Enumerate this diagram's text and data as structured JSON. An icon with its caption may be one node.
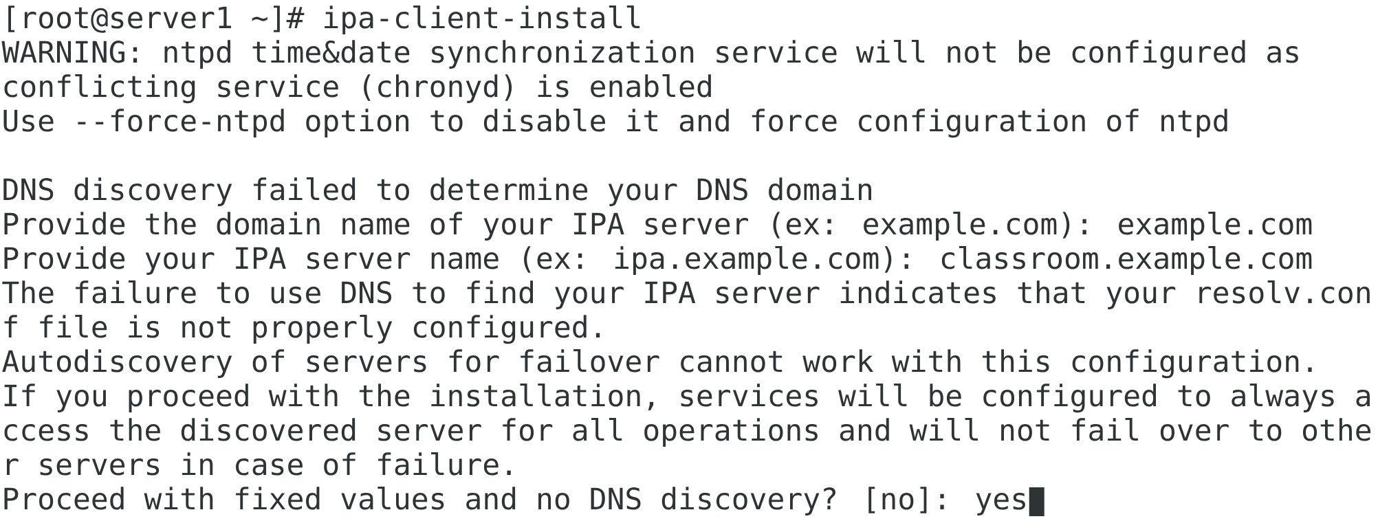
{
  "diagram": {
    "labels": [
      "[root@server1 ~]# ipa-client-install",
      "WARNING: ntpd time&date synchronization service will not be configured as",
      "conflicting service (chronyd) is enabled",
      "Use --force-ntpd option to disable it and force configuration of ntpd",
      "DNS discovery failed to determine your DNS domain",
      "Provide the domain name of your IPA server (ex: example.com): example.com",
      "Provide your IPA server name (ex: ipa.example.com): classroom.example.com",
      "The failure to use DNS to find your IPA server indicates that your resolv.con",
      "f file is not properly configured.",
      "Autodiscovery of servers for failover cannot work with this configuration.",
      "If you proceed with the installation, services will be configured to always a",
      "ccess the discovered server for all operations and will not fail over to othe",
      "r servers in case of failure.",
      "Proceed with fixed values and no DNS discovery? [no]: yes"
    ]
  }
}
